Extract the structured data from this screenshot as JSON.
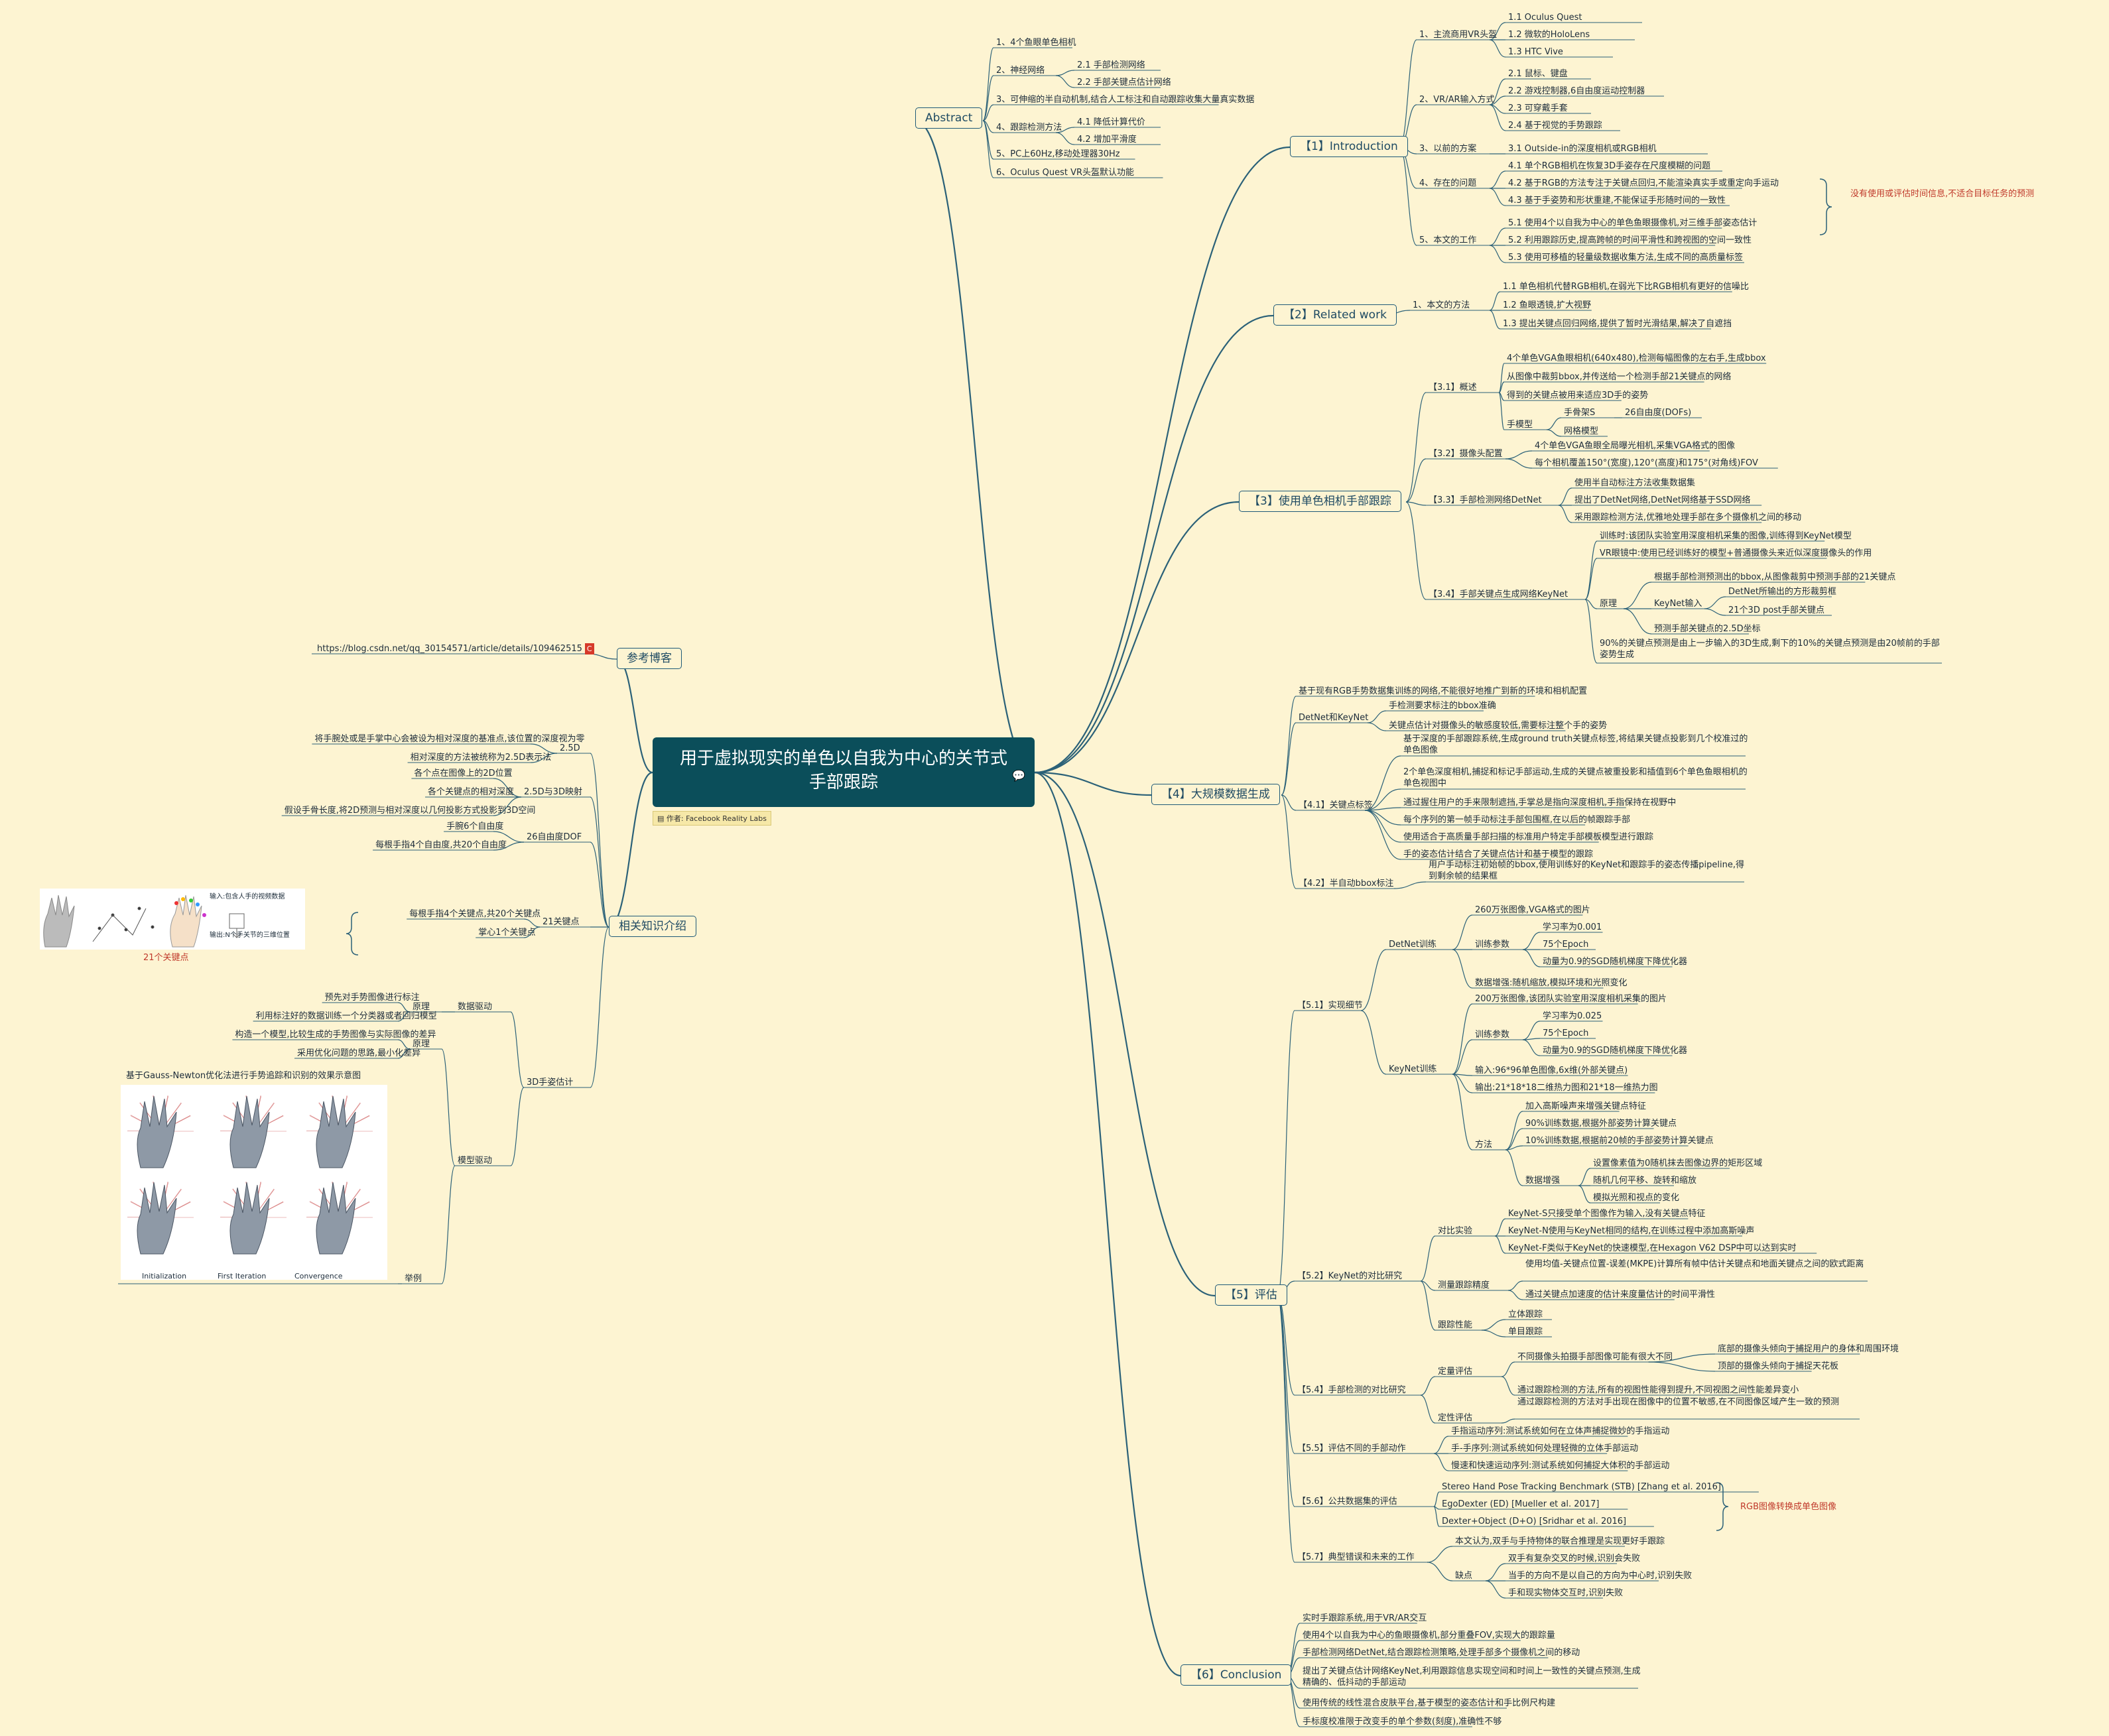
{
  "colors": {
    "background": "#fdf4d2",
    "branch": "#2b6178",
    "central": "#0b4e5a",
    "accent_red": "#c0392b"
  },
  "central": {
    "title": "用于虚拟现实的单色以自我为中心的关节式手部跟踪",
    "author_label": "作者:",
    "author": "Facebook Reality Labs"
  },
  "branches": {
    "abstract": "Abstract",
    "intro": "【1】Introduction",
    "related": "【2】Related work",
    "tracking": "【3】使用单色相机手部跟踪",
    "dataset": "【4】大规模数据生成",
    "eval": "【5】评估",
    "conclusion": "【6】Conclusion",
    "ref": "参考博客",
    "knowledge": "相关知识介绍"
  },
  "abstract_items": [
    {
      "t": "1、4个鱼眼单色相机"
    },
    {
      "t": "2、神经网络",
      "sub": [
        "2.1 手部检测网络",
        "2.2 手部关键点估计网络"
      ]
    },
    {
      "t": "3、可伸缩的半自动机制,结合人工标注和自动跟踪收集大量真实数据"
    },
    {
      "t": "4、跟踪检测方法",
      "sub": [
        "4.1 降低计算代价",
        "4.2 增加平滑度"
      ]
    },
    {
      "t": "5、PC上60Hz,移动处理器30Hz"
    },
    {
      "t": "6、Oculus Quest VR头盔默认功能"
    }
  ],
  "intro": {
    "g1": {
      "t": "1、主流商用VR头盔",
      "sub": [
        "1.1 Oculus Quest",
        "1.2 微软的HoloLens",
        "1.3 HTC Vive"
      ]
    },
    "g2": {
      "t": "2、VR/AR输入方式",
      "sub": [
        "2.1 鼠标、键盘",
        "2.2 游戏控制器,6自由度运动控制器",
        "2.3 可穿戴手套",
        "2.4 基于视觉的手势跟踪"
      ]
    },
    "g3": {
      "t": "3、以前的方案",
      "sub": [
        "3.1 Outside-in的深度相机或RGB相机"
      ]
    },
    "g4": {
      "t": "4、存在的问题",
      "sub": [
        "4.1 单个RGB相机在恢复3D手姿存在尺度模糊的问题",
        "4.2 基于RGB的方法专注于关键点回归,不能渲染真实手或重定向手运动",
        "4.3 基于手姿势和形状重建,不能保证手形随时间的一致性"
      ]
    },
    "g4_note": "没有使用或评估时间信息,不适合目标任务的预测",
    "g5": {
      "t": "5、本文的工作",
      "sub": [
        "5.1 使用4个以自我为中心的单色鱼眼摄像机,对三维手部姿态估计",
        "5.2 利用跟踪历史,提高跨帧的时间平滑性和跨视图的空间一致性",
        "5.3 使用可移植的轻量级数据收集方法,生成不同的高质量标签"
      ]
    }
  },
  "related": {
    "t": "1、本文的方法",
    "sub": [
      "1.1 单色相机代替RGB相机,在弱光下比RGB相机有更好的信噪比",
      "1.2 鱼眼透镜,扩大视野",
      "1.3 提出关键点回归网络,提供了暂时光滑结果,解决了自遮挡"
    ]
  },
  "tracking": {
    "s31": {
      "t": "【3.1】概述",
      "sub": [
        "4个单色VGA鱼眼相机(640x480),检测每幅图像的左右手,生成bbox",
        "从图像中裁剪bbox,并传送给一个检测手部21关键点的网络",
        "得到的关键点被用来适应3D手的姿势"
      ],
      "hand_model": "手模型",
      "hm1": "手骨架S",
      "hm1b": "26自由度(DOFs)",
      "hm2": "网格模型"
    },
    "s32": {
      "t": "【3.2】摄像头配置",
      "sub": [
        "4个单色VGA鱼眼全局曝光相机,采集VGA格式的图像",
        "每个相机覆盖150°(宽度),120°(高度)和175°(对角线)FOV"
      ]
    },
    "s33": {
      "t": "【3.3】手部检测网络DetNet",
      "sub": [
        "使用半自动标注方法收集数据集",
        "提出了DetNet网络,DetNet网络基于SSD网络",
        "采用跟踪检测方法,优雅地处理手部在多个摄像机之间的移动"
      ]
    },
    "s34": {
      "t": "【3.4】手部关键点生成网络KeyNet",
      "a": "训练时:该团队实验室用深度相机采集的图像,训练得到KeyNet模型",
      "b": "VR眼镜中:使用已经训练好的模型+普通摄像头来近似深度摄像头的作用",
      "principle": "原理",
      "p1": "根据手部检测预测出的bbox,从图像裁剪中预测手部的21关键点",
      "keynet_input": "KeyNet输入",
      "ki1": "DetNet所输出的方形裁剪框",
      "ki2": "21个3D post手部关键点",
      "p2": "预测手部关键点的2.5D坐标",
      "c": "90%的关键点预测是由上一步输入的3D生成,剩下的10%的关键点预测是由20帧前的手部姿势生成"
    }
  },
  "dataset": {
    "lead": "基于现有RGB手势数据集训练的网络,不能很好地推广到新的环境和相机配置",
    "detkey": "DetNet和KeyNet",
    "dk1": "手检测要求标注的bbox准确",
    "dk2": "关键点估计对摄像头的敏感度较低,需要标注整个手的姿势",
    "s41": "【4.1】关键点标签",
    "s41i": [
      "基于深度的手部跟踪系统,生成ground truth关键点标签,将结果关键点投影到几个校准过的单色图像",
      "2个单色深度相机,捕捉和标记手部运动,生成的关键点被重投影和插值到6个单色鱼眼相机的单色视图中",
      "通过握住用户的手来限制遮挡,手掌总是指向深度相机,手指保持在视野中",
      "每个序列的第一帧手动标注手部包围框,在以后的帧跟踪手部",
      "使用适合于高质量手部扫描的标准用户特定手部模板模型进行跟踪",
      "手的姿态估计结合了关键点估计和基于模型的跟踪"
    ],
    "s42": "【4.2】半自动bbox标注",
    "s42i": "用户手动标注初始帧的bbox,使用训练好的KeyNet和跟踪手的姿态传播pipeline,得到剩余帧的结果框"
  },
  "eval": {
    "s51": "【5.1】实现细节",
    "detnet_train": "DetNet训练",
    "dt1": "260万张图像,VGA格式的图片",
    "train_params": "训练参数",
    "tp": [
      "学习率为0.001",
      "75个Epoch",
      "动量为0.9的SGD随机梯度下降优化器"
    ],
    "dt2": "数据增强:随机缩放,模拟环境和光照变化",
    "keynet_train": "KeyNet训练",
    "kt1": "200万张图像,该团队实验室用深度相机采集的图片",
    "kp": [
      "学习率为0.025",
      "75个Epoch",
      "动量为0.9的SGD随机梯度下降优化器"
    ],
    "kt2": "输入:96*96单色图像,6x维(外部关键点)",
    "kt3": "输出:21*18*18二维热力图和21*18一维热力图",
    "method": "方法",
    "m": [
      "加入高斯噪声来增强关键点特征",
      "90%训练数据,根据外部姿势计算关键点",
      "10%训练数据,根据前20帧的手部姿势计算关键点"
    ],
    "aug": "数据增强",
    "au": [
      "设置像素值为0随机抹去图像边界的矩形区域",
      "随机几何平移、旋转和缩放",
      "模拟光照和视点的变化"
    ],
    "s52": "【5.2】KeyNet的对比研究",
    "compare": "对比实验",
    "c": [
      "KeyNet-S只接受单个图像作为输入,没有关键点特征",
      "KeyNet-N使用与KeyNet相同的结构,在训练过程中添加高斯噪声",
      "KeyNet-F类似于KeyNet的快速模型,在Hexagon V62 DSP中可以达到实时"
    ],
    "acc": "测量跟踪精度",
    "a": [
      "使用均值-关键点位置-误差(MKPE)计算所有帧中估计关键点和地面关键点之间的欧式距离",
      "通过关键点加速度的估计来度量估计的时间平滑性"
    ],
    "perf": "跟踪性能",
    "pf": [
      "立体跟踪",
      "单目跟踪"
    ],
    "s54": "【5.4】手部检测的对比研究",
    "quant": "定量评估",
    "q": [
      "不同摄像头拍摄手部图像可能有很大不同",
      "通过跟踪检测的方法,所有的视图性能得到提升,不同视图之间性能差异变小"
    ],
    "qa": [
      "底部的摄像头倾向于捕捉用户的身体和周围环境",
      "顶部的摄像头倾向于捕捉天花板"
    ],
    "qual": "定性评估",
    "ql": "通过跟踪检测的方法对手出现在图像中的位置不敏感,在不同图像区域产生一致的预测",
    "s55": "【5.5】评估不同的手部动作",
    "h": [
      "手指运动序列:测试系统如何在立体声捕捉微妙的手指运动",
      "手-手序列:测试系统如何处理轻微的立体手部运动",
      "慢速和快速运动序列:测试系统如何捕捉大体积的手部运动"
    ],
    "s56": "【5.6】公共数据集的评估",
    "ds": [
      "Stereo Hand Pose Tracking Benchmark (STB) [Zhang et al. 2016]",
      "EgoDexter (ED) [Mueller et al. 2017]",
      "Dexter+Object (D+O) [Sridhar et al. 2016]"
    ],
    "ds_note": "RGB图像转换成单色图像",
    "s57": "【5.7】典型错误和未来的工作",
    "f1": "本文认为,双手与手持物体的联合推理是实现更好手跟踪",
    "defect": "缺点",
    "d": [
      "双手有复杂交叉的时候,识别会失败",
      "当手的方向不是以自己的方向为中心时,识别失败",
      "手和现实物体交互时,识别失败"
    ]
  },
  "conclusion": [
    "实时手跟踪系统,用于VR/AR交互",
    "使用4个以自我为中心的鱼眼摄像机,部分重叠FOV,实现大的跟踪量",
    "手部检测网络DetNet,结合跟踪检测策略,处理手部多个摄像机之间的移动",
    "提出了关键点估计网络KeyNet,利用跟踪信息实现空间和时间上一致性的关键点预测,生成精确的、低抖动的手部运动",
    "使用传统的线性混合皮肤平台,基于模型的姿态估计和手比例尺构建",
    "手标度校准限于改变手的单个参数(刻度),准确性不够"
  ],
  "ref": {
    "url": "https://blog.csdn.net/qq_30154571/article/details/109462515",
    "badge": "C"
  },
  "knowledge": {
    "d25": "2.5D",
    "d25i": [
      "将手腕处或是手掌中心会被设为相对深度的基准点,该位置的深度视为零",
      "相对深度的方法被统称为2.5D表示法"
    ],
    "map": "2.5D与3D映射",
    "mapi": [
      "各个点在图像上的2D位置",
      "各个关键点的相对深度",
      "假设手骨长度,将2D预测与相对深度以几何投影方式投影到3D空间"
    ],
    "dof": "26自由度DOF",
    "dofi": [
      "手腕6个自由度",
      "每根手指4个自由度,共20个自由度"
    ],
    "kp": "21关键点",
    "kpi": [
      "每根手指4个关键点,共20个关键点",
      "掌心1个关键点"
    ],
    "kp_caption": "21个关键点",
    "kp_input": "输入:包含人手的视频数据",
    "kp_output": "输出:N个手关节的三维位置",
    "est": "3D手姿估计",
    "data_drive": "数据驱动",
    "principle": "原理",
    "ddi": [
      "预先对手势图像进行标注",
      "利用标注好的数据训练一个分类器或者回归模型"
    ],
    "model_drive": "模型驱动",
    "mdi": [
      "构造一个模型,比较生成的手势图像与实际图像的差异",
      "采用优化问题的思路,最小化差异"
    ],
    "example": "举例",
    "ex_text": "基于Gauss-Newton优化法进行手势追踪和识别的效果示意图",
    "fig_labels": [
      "Initialization",
      "First Iteration",
      "Convergence"
    ]
  }
}
